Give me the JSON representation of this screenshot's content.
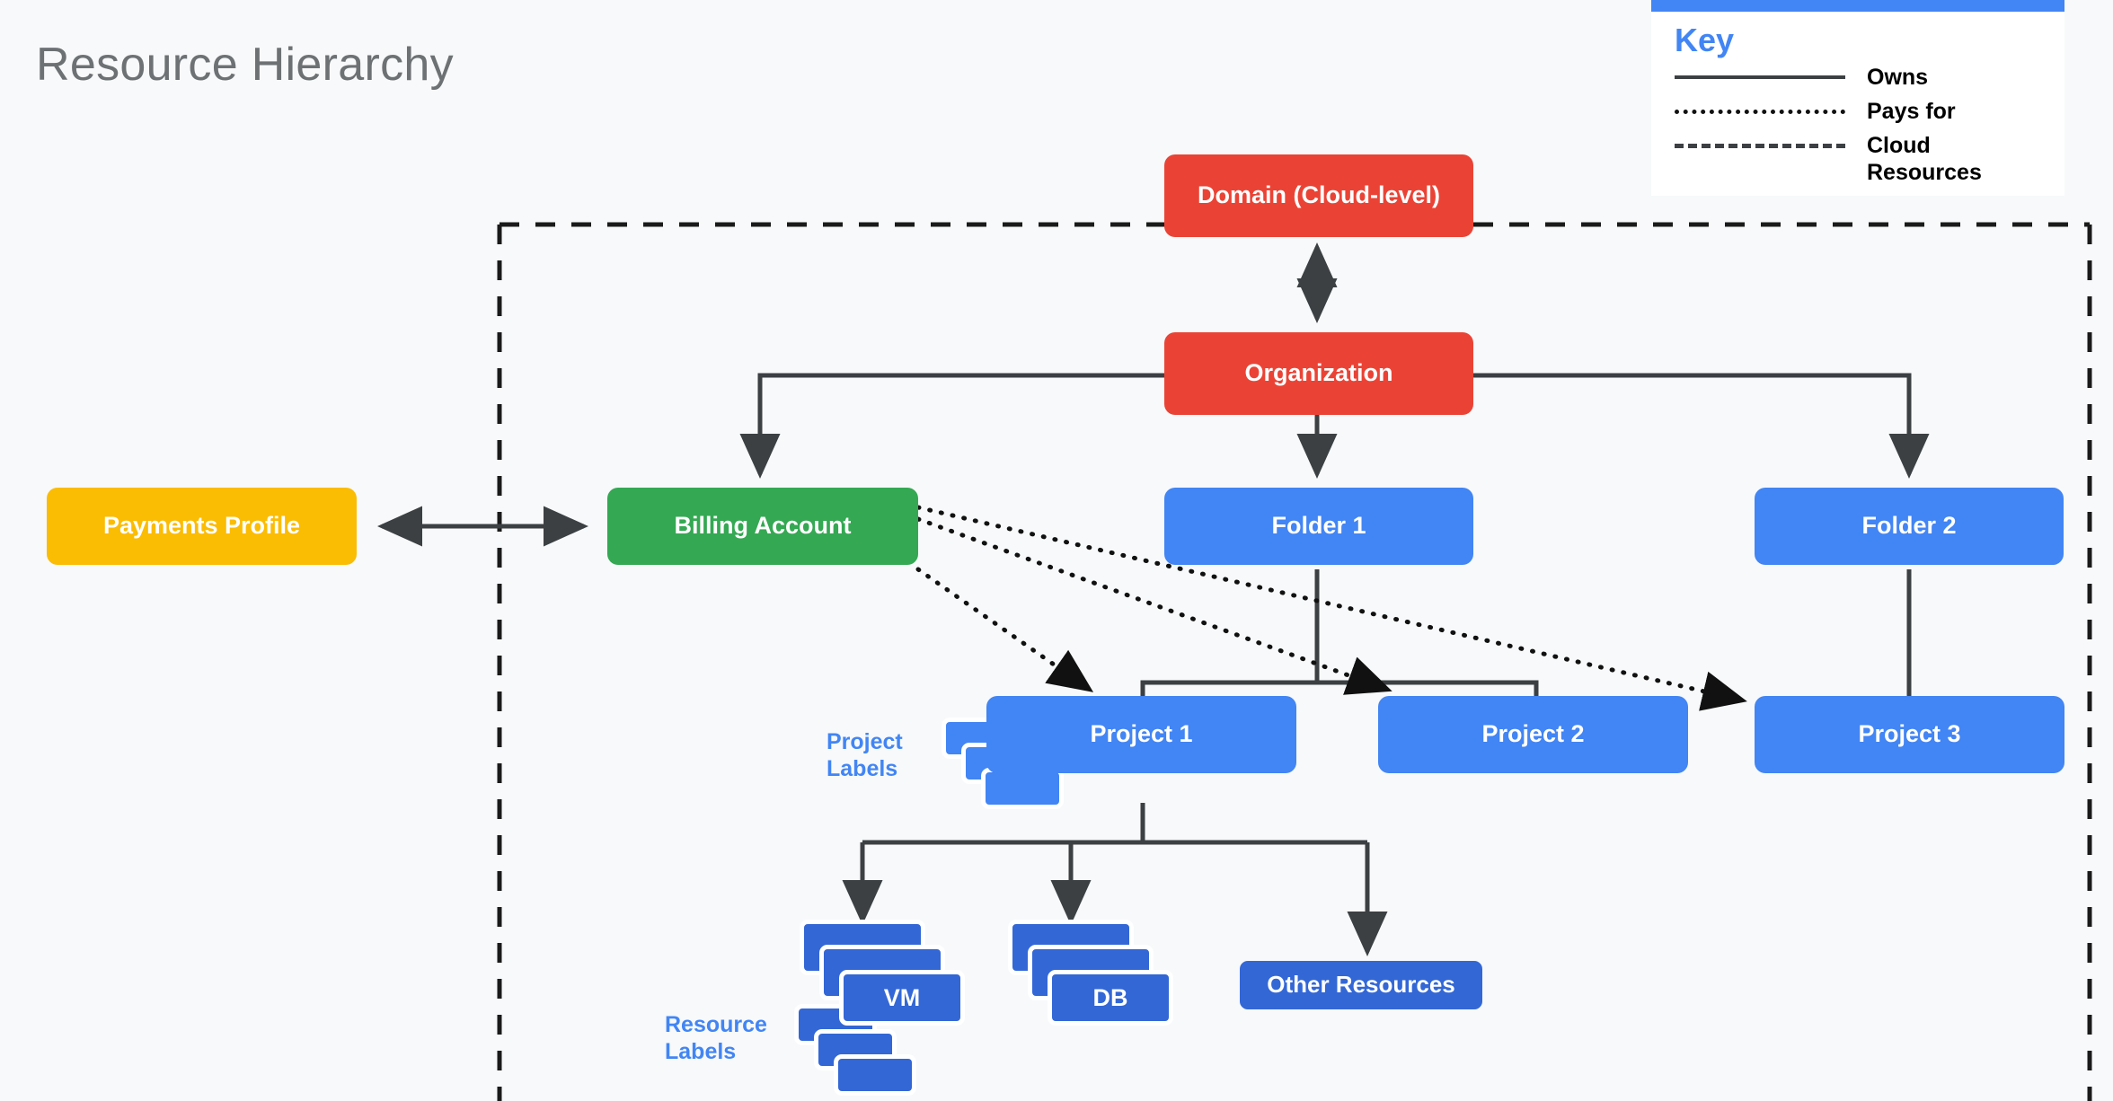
{
  "page": {
    "title": "Resource Hierarchy",
    "background": "#f7f9fa"
  },
  "colors": {
    "red": "#ea4335",
    "green": "#34a853",
    "yellow": "#fbbc04",
    "blue": "#4285f4",
    "dark_blue": "#3367d6",
    "line": "#3c4043",
    "title_gray": "#6e7174"
  },
  "legend": {
    "title": "Key",
    "items": [
      {
        "style": "solid",
        "label": "Owns"
      },
      {
        "style": "dotted",
        "label": "Pays for"
      },
      {
        "style": "dashed",
        "label": "Cloud Resources"
      }
    ]
  },
  "nodes": {
    "domain": "Domain (Cloud-level)",
    "organization": "Organization",
    "payments_profile": "Payments Profile",
    "billing_account": "Billing Account",
    "folder1": "Folder 1",
    "folder2": "Folder 2",
    "project1": "Project 1",
    "project2": "Project 2",
    "project3": "Project 3",
    "vm": "VM",
    "db": "DB",
    "other_resources": "Other Resources"
  },
  "annotations": {
    "project_labels": "Project Labels",
    "resource_labels": "Resource Labels"
  },
  "diagram_data": {
    "type": "hierarchy",
    "boundary": "dashed cloud-resources boundary",
    "edges": [
      {
        "from": "Domain (Cloud-level)",
        "to": "Organization",
        "relation": "Owns",
        "style": "solid",
        "direction": "both"
      },
      {
        "from": "Payments Profile",
        "to": "Billing Account",
        "relation": "Owns",
        "style": "solid",
        "direction": "both"
      },
      {
        "from": "Organization",
        "to": "Billing Account",
        "relation": "Owns",
        "style": "solid",
        "direction": "to"
      },
      {
        "from": "Organization",
        "to": "Folder 1",
        "relation": "Owns",
        "style": "solid",
        "direction": "to"
      },
      {
        "from": "Organization",
        "to": "Folder 2",
        "relation": "Owns",
        "style": "solid",
        "direction": "to"
      },
      {
        "from": "Folder 1",
        "to": "Project 1",
        "relation": "Owns",
        "style": "solid",
        "direction": "to"
      },
      {
        "from": "Folder 1",
        "to": "Project 2",
        "relation": "Owns",
        "style": "solid",
        "direction": "to"
      },
      {
        "from": "Folder 2",
        "to": "Project 3",
        "relation": "Owns",
        "style": "solid",
        "direction": "to"
      },
      {
        "from": "Project 1",
        "to": "VM",
        "relation": "Owns",
        "style": "solid",
        "direction": "to"
      },
      {
        "from": "Project 1",
        "to": "DB",
        "relation": "Owns",
        "style": "solid",
        "direction": "to"
      },
      {
        "from": "Project 1",
        "to": "Other Resources",
        "relation": "Owns",
        "style": "solid",
        "direction": "to"
      },
      {
        "from": "Billing Account",
        "to": "Project 1",
        "relation": "Pays for",
        "style": "dotted",
        "direction": "to"
      },
      {
        "from": "Billing Account",
        "to": "Project 2",
        "relation": "Pays for",
        "style": "dotted",
        "direction": "to"
      },
      {
        "from": "Billing Account",
        "to": "Project 3",
        "relation": "Pays for",
        "style": "dotted",
        "direction": "to"
      }
    ]
  }
}
